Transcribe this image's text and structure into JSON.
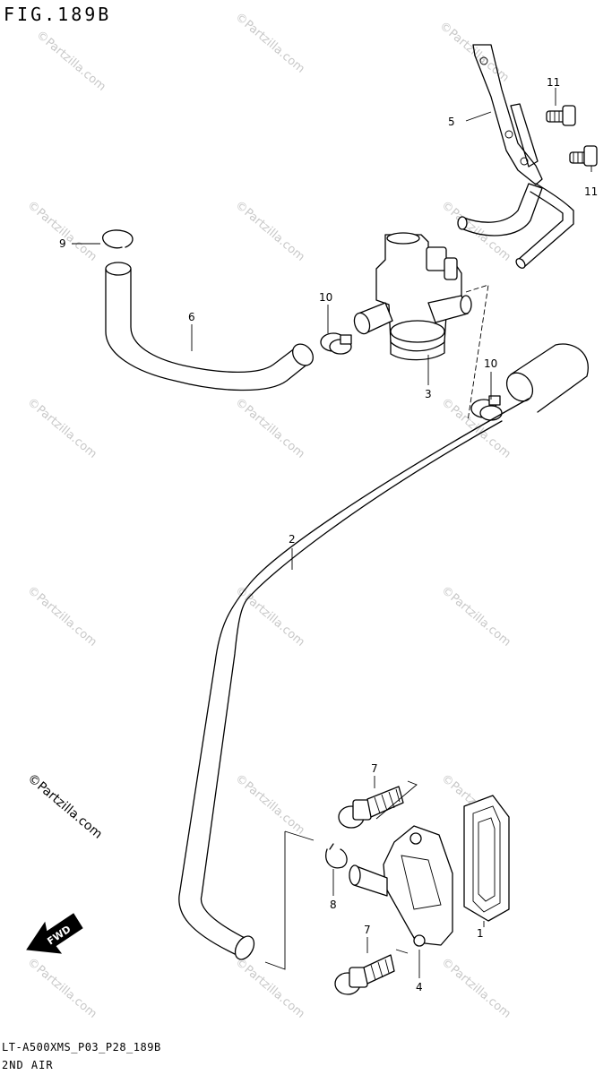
{
  "header": {
    "figure_title": "FIG.189B"
  },
  "footer": {
    "model_code": "LT-A500XMS_P03_P28_189B",
    "section_name": "2ND AIR"
  },
  "copyright": "©Partzilla.com",
  "watermark": "©Partzilla.com",
  "fwd_label": "FWD",
  "callouts": {
    "c1": "1",
    "c2": "2",
    "c3": "3",
    "c4": "4",
    "c5": "5",
    "c6": "6",
    "c7a": "7",
    "c7b": "7",
    "c8": "8",
    "c9": "9",
    "c10a": "10",
    "c10b": "10",
    "c11a": "11",
    "c11b": "11"
  }
}
